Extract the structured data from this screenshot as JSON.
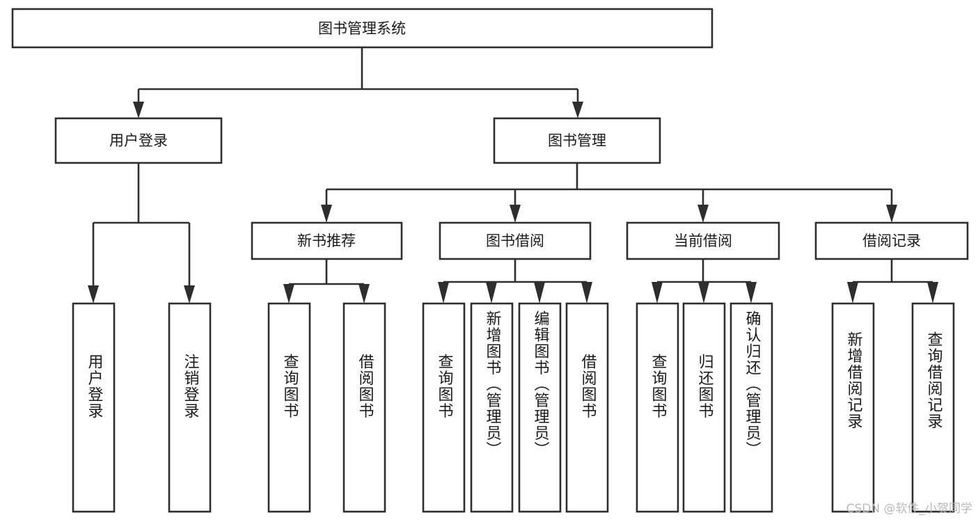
{
  "diagram": {
    "title": "图书管理系统",
    "type": "hierarchy-tree",
    "watermark": "CSDN @软件_小贺同学",
    "colors": {
      "stroke": "#2e2e2e",
      "fill": "#ffffff",
      "text": "#1a1a1a",
      "watermark": "#b9b9b9"
    },
    "root": {
      "label": "图书管理系统"
    },
    "level2": [
      {
        "label": "用户登录"
      },
      {
        "label": "图书管理"
      }
    ],
    "level3": [
      {
        "label": "新书推荐"
      },
      {
        "label": "图书借阅"
      },
      {
        "label": "当前借阅"
      },
      {
        "label": "借阅记录"
      }
    ],
    "leaves": {
      "user_login": [
        {
          "label": "用户登录"
        },
        {
          "label": "注销登录"
        }
      ],
      "new_book_recommend": [
        {
          "label": "查询图书"
        },
        {
          "label": "借阅图书"
        }
      ],
      "book_borrow": [
        {
          "label": "查询图书"
        },
        {
          "label": "新增图书（管理员）"
        },
        {
          "label": "编辑图书（管理员）"
        },
        {
          "label": "借阅图书"
        }
      ],
      "current_borrow": [
        {
          "label": "查询图书"
        },
        {
          "label": "归还图书"
        },
        {
          "label": "确认归还（管理员）"
        }
      ],
      "borrow_record": [
        {
          "label": "新增借阅记录"
        },
        {
          "label": "查询借阅记录"
        }
      ]
    }
  }
}
